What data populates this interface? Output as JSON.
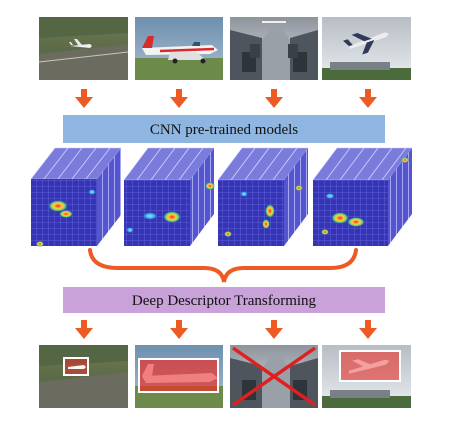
{
  "figure": {
    "stage1_label": "CNN pre-trained  models",
    "stage2_label": "Deep Descriptor Transforming"
  },
  "input_photos": [
    {
      "subject": "small airplane on runway"
    },
    {
      "subject": "red and white propeller airplane on grass"
    },
    {
      "subject": "airplane cabin interior"
    },
    {
      "subject": "jet airliner taking off"
    }
  ],
  "output_results": [
    {
      "box": "small box around airplane",
      "rejected": false
    },
    {
      "box": "box around airplane body",
      "rejected": false
    },
    {
      "box": "none",
      "rejected": true
    },
    {
      "box": "box around airplane",
      "rejected": false
    }
  ],
  "colors": {
    "arrow": "#ee5a24",
    "bracket": "#ee5a24",
    "stage1_fill": "#8fb6e0",
    "stage2_fill": "#c8a2d8",
    "feature_map_base": "#3b3bbd",
    "detection_box": "#ffffff",
    "highlight": "#e8302a",
    "reject_cross": "#e02020"
  }
}
